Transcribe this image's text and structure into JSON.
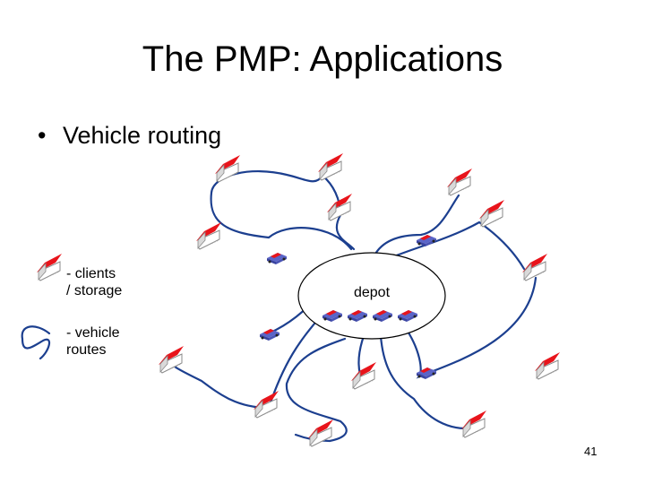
{
  "slide": {
    "title": "The PMP: Applications",
    "bullet": "Vehicle routing",
    "page_number": "41"
  },
  "diagram": {
    "depot_label": "depot",
    "legend": {
      "clients_label": "- clients\n/ storage",
      "routes_label": "- vehicle\nroutes"
    },
    "colors": {
      "route": "#1c3f8f",
      "roof": "#e8141b",
      "house_wall": "#ffffff",
      "house_outline": "#888888",
      "vehicle_body": "#5a64c8",
      "vehicle_accent": "#e8141b"
    },
    "icons": {
      "client": "house-icon",
      "vehicle": "truck-icon"
    }
  }
}
